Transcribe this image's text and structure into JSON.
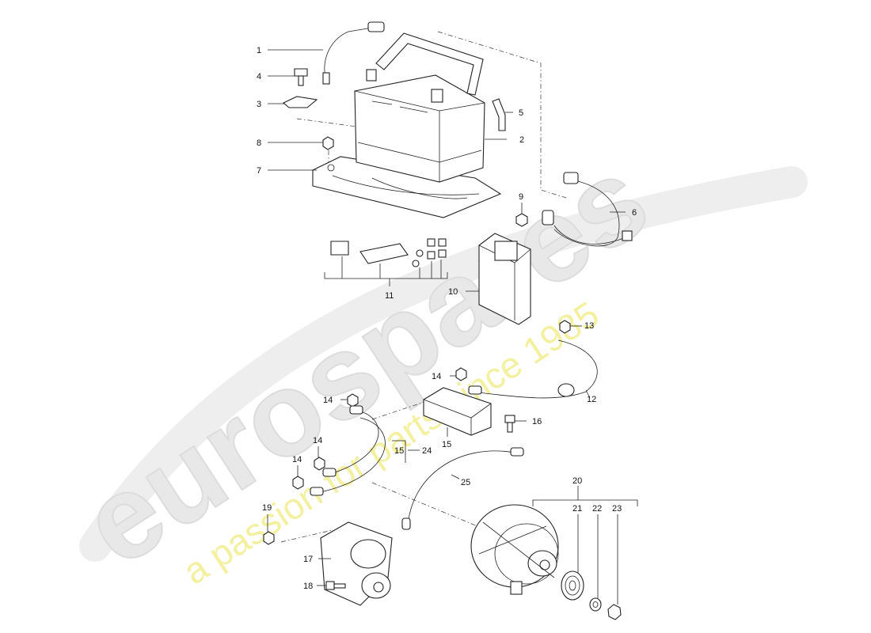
{
  "watermark": {
    "brand": "eurospares",
    "tagline": "a passion for parts since 1985",
    "brand_color": "#e8e8e8",
    "tagline_color": "#f3f0a0"
  },
  "callouts": {
    "c1": "1",
    "c2": "2",
    "c3": "3",
    "c4": "4",
    "c5": "5",
    "c6": "6",
    "c7": "7",
    "c8": "8",
    "c9": "9",
    "c10": "10",
    "c11": "11",
    "c12": "12",
    "c13": "13",
    "c14a": "14",
    "c14b": "14",
    "c14c": "14",
    "c14d": "14",
    "c15a": "15",
    "c15b": "15",
    "c16": "16",
    "c17": "17",
    "c18": "18",
    "c19": "19",
    "c20": "20",
    "c21": "21",
    "c22": "22",
    "c23": "23",
    "c24": "24",
    "c25": "25"
  },
  "parts": {
    "battery": "battery-icon",
    "tray": "battery-tray-icon",
    "control_unit": "control-unit-icon",
    "starter": "starter-motor-icon",
    "alternator": "alternator-icon"
  }
}
